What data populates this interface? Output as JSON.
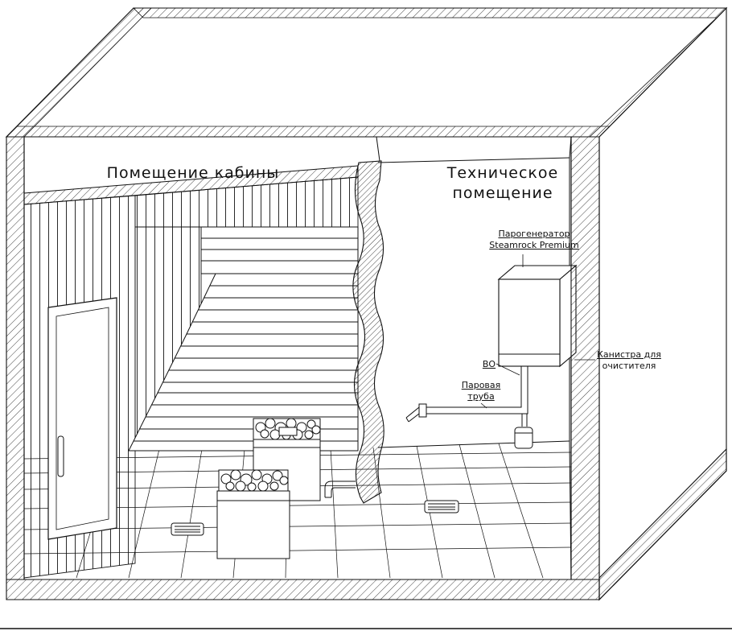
{
  "page": {
    "background": "#ffffff",
    "line_color": "#111111"
  },
  "rooms": {
    "cabin": {
      "title": "Помещение кабины"
    },
    "technical": {
      "title_line1": "Техническое",
      "title_line2": "помещение"
    }
  },
  "callouts": {
    "generator": {
      "line1": "Парогенератор",
      "line2": "Steamrock Premium"
    },
    "water_outlet": {
      "text": "ВО"
    },
    "steam_pipe": {
      "line1": "Паровая",
      "line2": "труба"
    },
    "canister": {
      "line1": "Канистра для",
      "line2": "очистителя"
    }
  }
}
